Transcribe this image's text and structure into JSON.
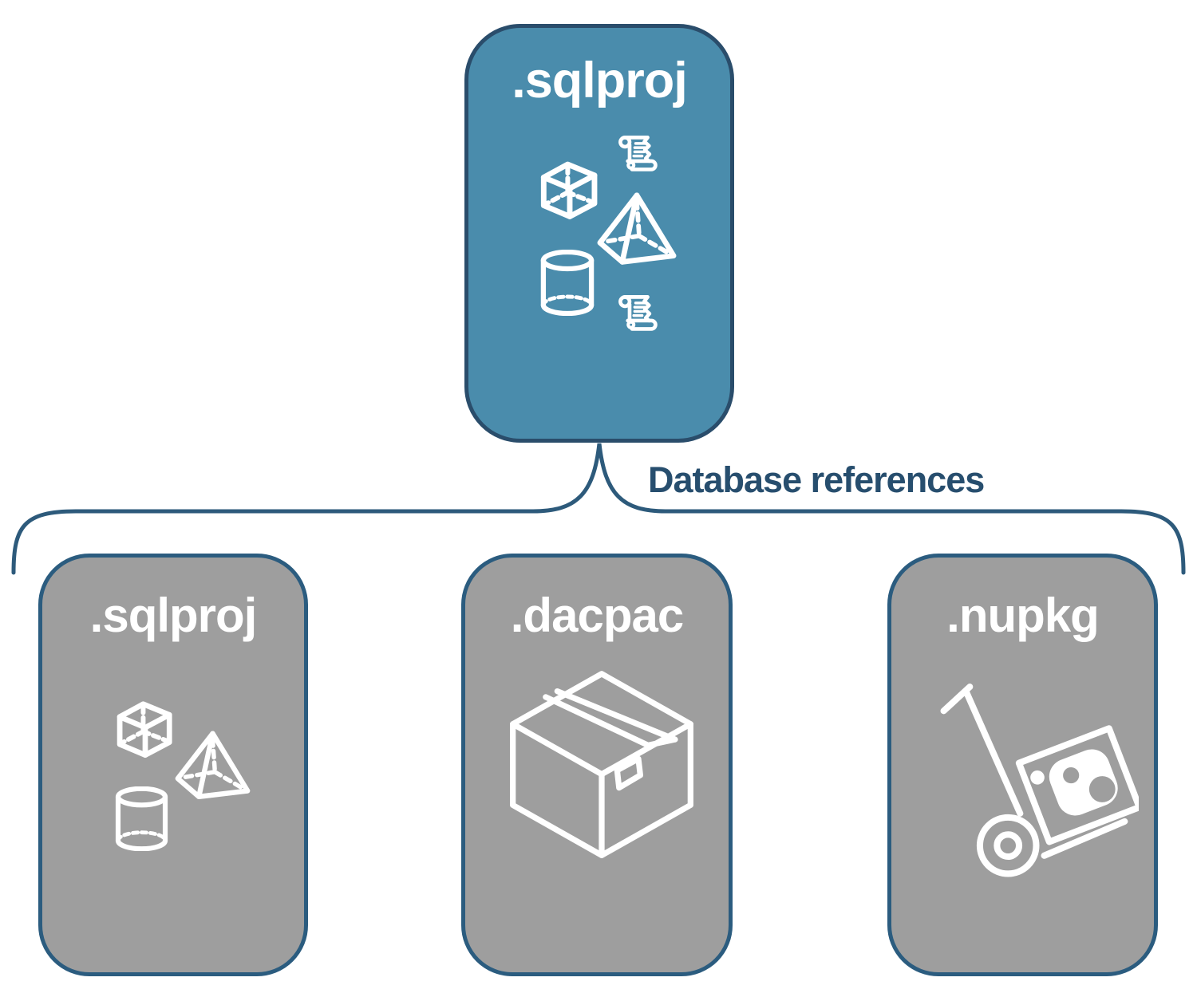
{
  "diagram": {
    "root_node": {
      "label": ".sqlproj",
      "fill_color": "#4a8cac",
      "border_color": "#2a4d6b",
      "label_color": "#ffffff",
      "icons": [
        "cube-icon",
        "scroll-icon",
        "pyramid-icon",
        "cylinder-icon",
        "scroll-icon"
      ]
    },
    "connector": {
      "label": "Database references",
      "line_color": "#2d5a7b",
      "label_color": "#274e6e"
    },
    "child_nodes": [
      {
        "label": ".sqlproj",
        "icons": [
          "cube-icon",
          "pyramid-icon",
          "cylinder-icon"
        ]
      },
      {
        "label": ".dacpac",
        "icons": [
          "package-box-icon"
        ]
      },
      {
        "label": ".nupkg",
        "icons": [
          "hand-truck-icon"
        ]
      }
    ],
    "child_style": {
      "fill_color": "#9e9e9e",
      "border_color": "#2b5c7f",
      "label_color": "#ffffff"
    },
    "background_color": "#ffffff"
  }
}
